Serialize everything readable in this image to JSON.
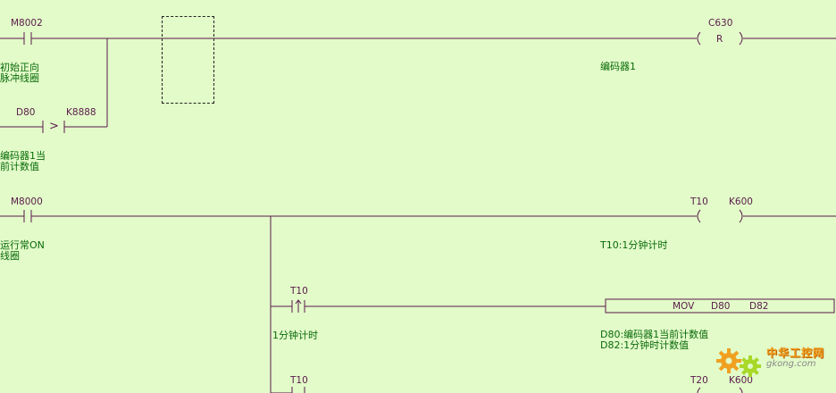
{
  "rung1": {
    "contact1_device": "M8002",
    "contact1_comment": "初始正向\n脉冲线圈",
    "compare_left": "D80",
    "compare_op": ">",
    "compare_right": "K8888",
    "compare_comment": "编码器1当\n前计数值",
    "coil_device": "C630",
    "coil_type": "R",
    "coil_comment": "编码器1"
  },
  "rung2": {
    "contact1_device": "M8000",
    "contact1_comment": "运行常ON\n线圈",
    "coil_device": "T10",
    "coil_constant": "K600",
    "coil_comment": "T10:1分钟计时"
  },
  "rung2_branch1": {
    "contact_device": "T10",
    "contact_comment": "1分钟计时",
    "instruction": "MOV",
    "operand1": "D80",
    "operand2": "D82",
    "instruction_comment": "D80:编码器1当前计数值\nD82:1分钟时计数值"
  },
  "rung2_branch2": {
    "contact_device": "T10",
    "coil_device": "T20",
    "coil_constant": "K600"
  },
  "watermark": {
    "cn": "中华工控网",
    "en": "gkong.com"
  },
  "colors": {
    "background": "#e2fbc9",
    "wire": "#5a1a4a",
    "comment": "#0a6a0a"
  }
}
